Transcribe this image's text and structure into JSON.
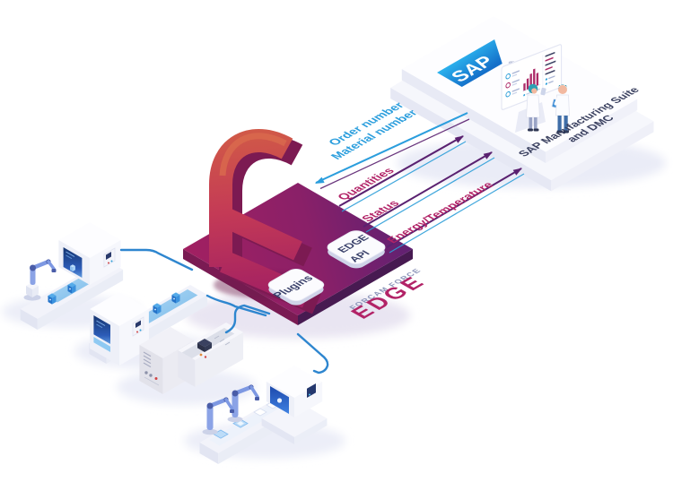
{
  "diagram": {
    "flow_labels": {
      "order_number": "Order number",
      "material_number": "Material number",
      "quantities": "Quantities",
      "status": "Status",
      "energy_temperature": "Energy/Temperature"
    },
    "edge_platform": {
      "plugins_tile": "Plugins",
      "api_tile_line1": "EDGE",
      "api_tile_line2": "API",
      "brand_line1": "FORCAM FORCE",
      "brand_line2": "EDGE"
    },
    "sap_platform": {
      "logo_text": "SAP",
      "registered_mark": "®",
      "caption_line1": "SAP Manufacturing Suite",
      "caption_line2": "and DMC"
    },
    "colors": {
      "label_blue": "#2b9edd",
      "label_magenta": "#b22367",
      "line_purple": "#5a2170",
      "cable_blue": "#2e86cf",
      "edge_platform_gradient_start": "#a22061",
      "edge_platform_gradient_end": "#5c2173",
      "edge_logo_gradient_start": "#d05848",
      "edge_logo_gradient_end": "#a11f63",
      "sap_blue_light": "#2cb3ee",
      "sap_blue_dark": "#146fc9",
      "caption_navy": "#3b4160",
      "machine_screen_navy": "#16356f",
      "chart_bar_magenta": "#ac2a68"
    }
  }
}
